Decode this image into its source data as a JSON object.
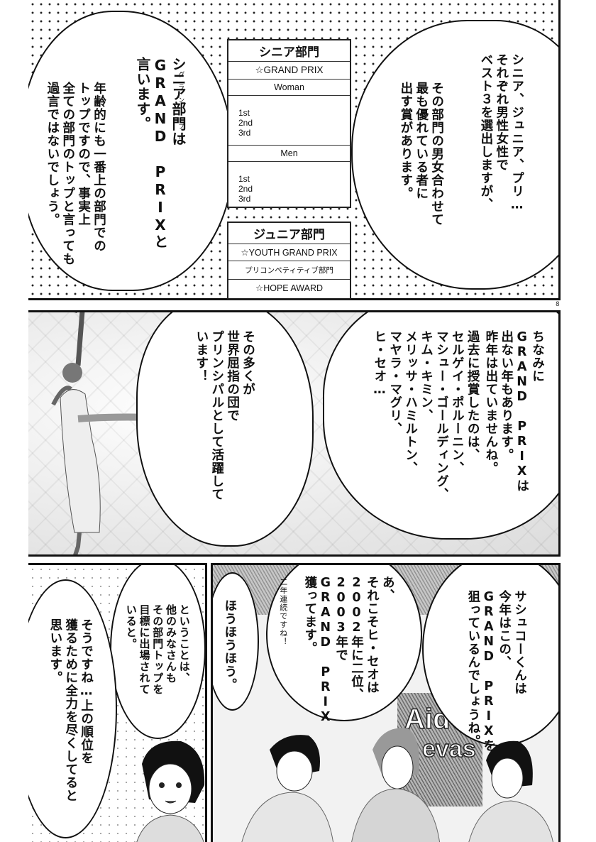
{
  "page": {
    "page_number": "8"
  },
  "panel1": {
    "chart": {
      "senior": {
        "header": "シニア部門",
        "grand_prix": "☆GRAND PRIX",
        "woman_label": "Woman",
        "woman_ranks": [
          "1st",
          "2nd",
          "3rd"
        ],
        "men_label": "Men",
        "men_ranks": [
          "1st",
          "2nd",
          "3rd"
        ]
      },
      "junior": {
        "header": "ジュニア部門",
        "youth_grand_prix": "☆YOUTH GRAND PRIX",
        "pre_competitive": "プリコンペティティブ部門",
        "hope_award": "☆HOPE AWARD"
      }
    },
    "bubble_right": {
      "line1": "シニア、ジュニア、プリ…\nそれぞれ男性女性で\nベスト３を選出しますが、",
      "line2": "その部門の男女合わせて\n最も優れている者に\n出す賞があります。"
    },
    "bubble_left": {
      "line1": "シニア部門は\nGRAND PRIXと\n言います。",
      "ruby": "グラン プリ",
      "line2": "年齢的にも一番上の部門での\nトップですので、事実上\n全ての部門のトップと言っても\n過言ではないでしょう。"
    }
  },
  "panel2": {
    "bubble_right": {
      "line1": "ちなみに\nGRAND PRIXは\n出ない年もあります。\n昨年は出ていませんね。",
      "line2": "過去に授賞したのは、\nセルゲイ・ポルーニン、\nマシュー・ゴールディング、\nキム・キミン、\nメリッサ・ハミルトン、\nマヤラ・マグリ、\nヒ・セオ…"
    },
    "bubble_left": {
      "text": "その多くが\n世界屈指の団で\nプリンシパルとして活躍して\nいます！"
    }
  },
  "panel3": {
    "bubble_top": "ということは、\n他のみなさんも\nその部門トップを\n目標に出場されて\nいると。",
    "bubble_bottom": "そうですね…上の順位を\n獲るために全力を尽くしてると\n思います。"
  },
  "panel4": {
    "bubble_right": "サシュコーくんは\n今年はこの、\nGRAND PRIXを\n狙っているんでしょうね。",
    "bubble_mid": "あ、\nそれこそヒ・セオは\n2002年に二位、\n2003年で\nGRAND PRIX\n獲ってます。",
    "aside": "二年連続ですね！",
    "bubble_left": "ほうほうほう。",
    "sign_text": [
      "Aid",
      "evas"
    ]
  }
}
